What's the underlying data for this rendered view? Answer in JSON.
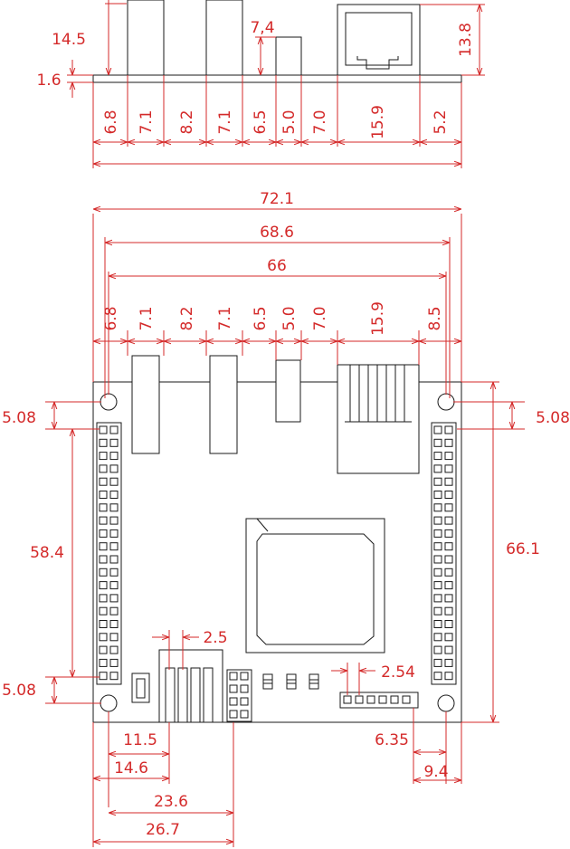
{
  "side_view": {
    "heights": {
      "left_connector": "14.5",
      "board": "1.6",
      "small_connector": "7,4",
      "rj45": "13.8"
    },
    "segments": [
      "6.8",
      "7.1",
      "8.2",
      "7.1",
      "6.5",
      "5.0",
      "7.0",
      "15.9",
      "5.2"
    ]
  },
  "top_view": {
    "overall_width": "72.1",
    "hole_span": "68.6",
    "inner_span": "66",
    "segments": [
      "6.8",
      "7.1",
      "8.2",
      "7.1",
      "6.5",
      "5.0",
      "7.0",
      "15.9",
      "8.5"
    ],
    "left_hole_offset": "5.08",
    "right_hole_offset": "5.08",
    "left_header_length": "58.4",
    "right_height": "66.1",
    "bottom_left_offset": "5.08",
    "terminal_pitch": "2.5",
    "header_pitch": "2.54",
    "dims_bottom": {
      "d1": "11.5",
      "d2": "14.6",
      "d3": "23.6",
      "d4": "26.7",
      "d5": "6.35",
      "d6": "9.4"
    }
  },
  "colors": {
    "dimension": "#d42a2a",
    "outline": "#1a1a1a"
  }
}
